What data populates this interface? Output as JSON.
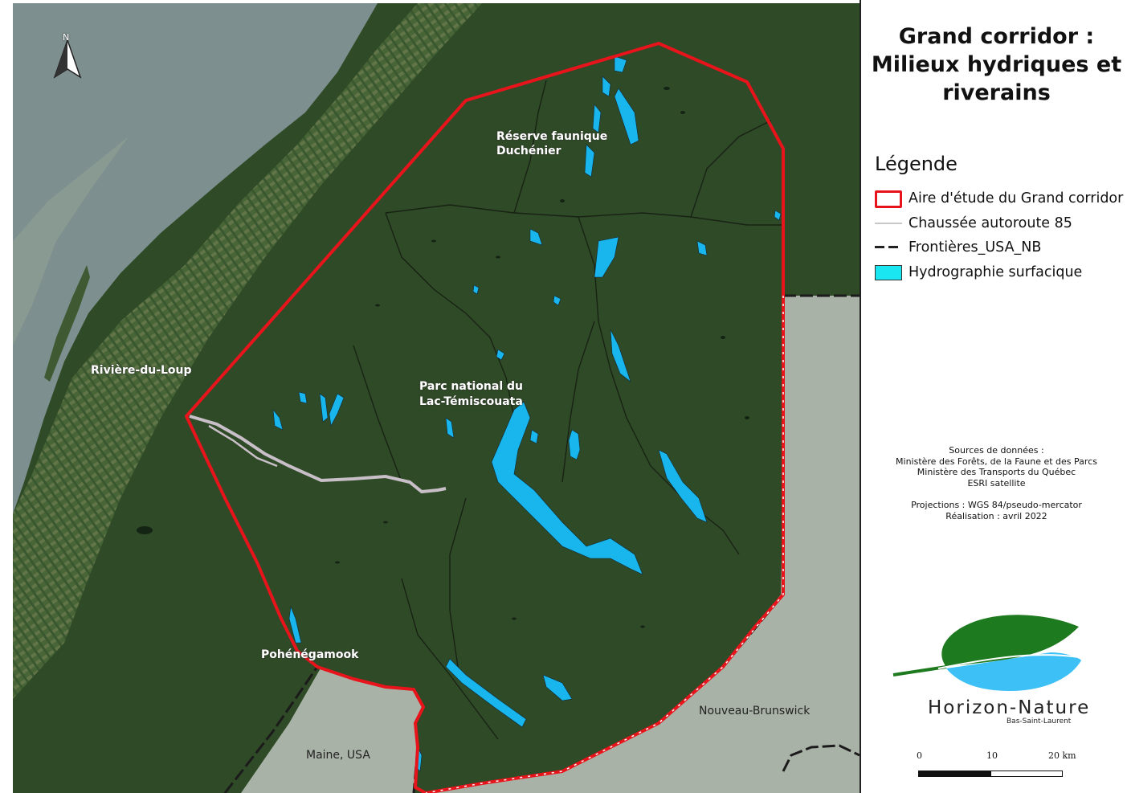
{
  "title": {
    "line1": "Grand corridor :",
    "line2": "Milieux hydriques et",
    "line3": "riverains"
  },
  "legend": {
    "heading": "Légende",
    "items": [
      {
        "label": "Aire d'étude du Grand corridor",
        "color": "#e8141c"
      },
      {
        "label": "Chaussée autoroute 85",
        "color": "#c8c8c8"
      },
      {
        "label": "Frontières_USA_NB",
        "color": "#222222"
      },
      {
        "label": "Hydrographie surfacique",
        "color": "#19e6f0"
      }
    ]
  },
  "sources": {
    "line1": "Sources de données :",
    "line2": "Ministère des Forêts, de la Faune et des Parcs",
    "line3": "Ministère des Transports du Québec",
    "line4": "ESRI satellite",
    "line5": "Projections : WGS 84/pseudo-mercator",
    "line6": "Réalisation : avril 2022"
  },
  "logo": {
    "name": "Horizon-Nature",
    "subtitle": "Bas-Saint-Laurent",
    "leaf_color": "#1e7a1e",
    "water_color": "#3cc0f5"
  },
  "scale": {
    "labels": [
      "0",
      "10",
      "20 km"
    ]
  },
  "north_arrow": {
    "label": "N"
  },
  "places": {
    "reserve_line1": "Réserve   faunique",
    "reserve_line2": "Duchénier",
    "riviere": "Rivière-du-Loup",
    "parc_line1": "Parc   national   du",
    "parc_line2": "Lac-Témiscouata",
    "pohenegamook": "Pohénégamook",
    "nb": "Nouveau-Brunswick",
    "maine": "Maine, USA"
  },
  "colors": {
    "forest": "#2f4a26",
    "river": "#7d8f8e",
    "outside": "#a9b2a6",
    "study_area": "#e8141c",
    "water": "#19b6ee"
  }
}
